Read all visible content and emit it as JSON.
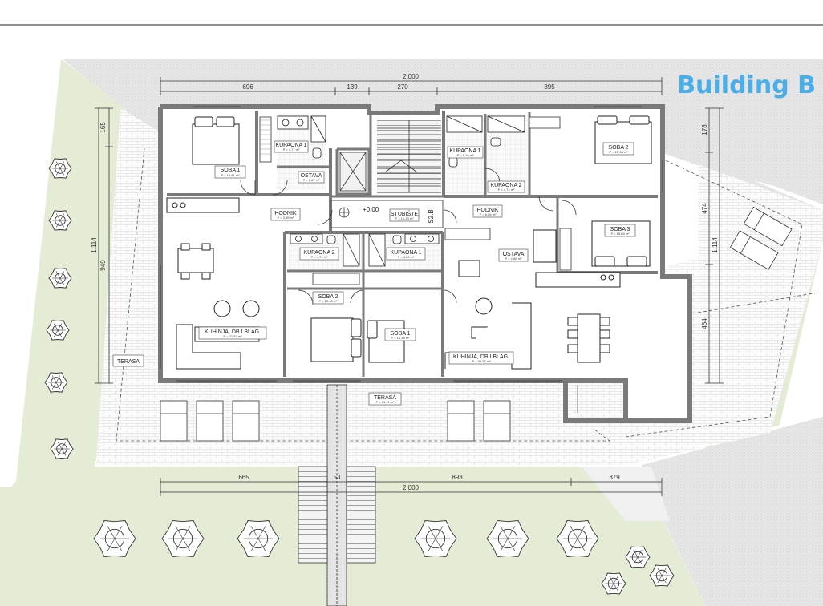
{
  "title": "Building B",
  "level_marker": "+0.00",
  "stair_marker": "S2.B",
  "rooms": {
    "soba1_left": {
      "name": "SOBA 1",
      "area": "P = 13,91 m²"
    },
    "kupaona1_top": {
      "name": "KUPAONA 1",
      "area": "P = 4,77 m²"
    },
    "ostava_left": {
      "name": "OSTAVA",
      "area": "P = 1,87 m²"
    },
    "hodnik_left": {
      "name": "HODNIK",
      "area": "P = 3,86 m²"
    },
    "kupaona1_right": {
      "name": "KUPAONA 1",
      "area": "P = 5,16 m²"
    },
    "kupaona2_right": {
      "name": "KUPAONA 2",
      "area": "P = 4,74 m²"
    },
    "soba2_right": {
      "name": "SOBA 2",
      "area": "P = 15,98 m²"
    },
    "stubiste": {
      "name": "STUBIŠTE",
      "area": "P = 16,13 m²"
    },
    "hodnik_right": {
      "name": "HODNIK",
      "area": "P = 6,86 m²"
    },
    "soba3_right": {
      "name": "SOBA 3",
      "area": "P = 15,85 m²"
    },
    "kupaona2_mid": {
      "name": "KUPAONA 2",
      "area": "P = 4,74 m²"
    },
    "kupaona1_mid": {
      "name": "KUPAONA 1",
      "area": "P = 4,85 m²"
    },
    "ostava_right": {
      "name": "OSTAVA",
      "area": "P = 1,88 m²"
    },
    "soba2_mid": {
      "name": "SOBA 2",
      "area": "P = 15,98 m²"
    },
    "soba1_mid": {
      "name": "SOBA 1",
      "area": "P = 12,34 m²"
    },
    "kuhinja_left": {
      "name": "KUHINJA, DB I BLAG.",
      "area": "P = 31,87 m²"
    },
    "kuhinja_right": {
      "name": "KUHINJA, DB I BLAG.",
      "area": "P = 38,27 m²"
    },
    "terasa_left": {
      "name": "TERASA",
      "area": ""
    },
    "terasa_bottom": {
      "name": "TERASA",
      "area": "P = 21,11 m²"
    }
  },
  "dimensions": {
    "top_total": "2.000",
    "top_segments": [
      "696",
      "139",
      "270",
      "895"
    ],
    "bottom_total": "2.000",
    "bottom_segments": [
      "665",
      "53",
      "893",
      "379"
    ],
    "left_total": "1.114",
    "left_segments": [
      "165",
      "949"
    ],
    "right_total": "1.114",
    "right_segments": [
      "178",
      "474",
      "464"
    ]
  },
  "colors": {
    "grass": "#e4ecd6",
    "wall": "#7a7a7a",
    "paving": "#e2e2e2",
    "accent": "#4aaee8"
  }
}
